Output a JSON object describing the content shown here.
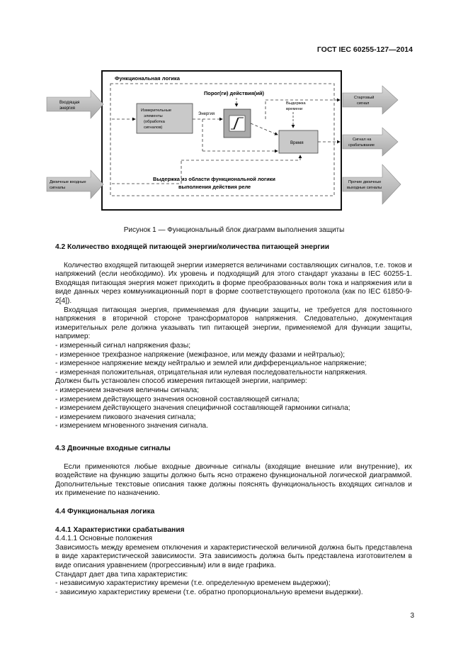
{
  "header": {
    "standard": "ГОСТ IEC 60255-127—2014"
  },
  "diagram": {
    "frame_title": "Функциональная логика",
    "input_energy": [
      "Входящая",
      "энергия"
    ],
    "input_binary": [
      "Двоичные входные",
      "сигналы"
    ],
    "measuring_block": [
      "Измерительные",
      "элементы",
      "(обработка",
      "сигналов)"
    ],
    "energy_label": "Энергия",
    "threshold_label": "Порог(ги) действия(ий)",
    "delay_label": [
      "Выдержка",
      "времени"
    ],
    "time_block": "Время",
    "delay_note": [
      "Выдержка из области функциональной логики",
      "выполнения действия реле"
    ],
    "out_start": [
      "Стартовый",
      "сигнал"
    ],
    "out_trip": [
      "Сигнал на",
      "срабатывание"
    ],
    "out_other": [
      "Прочие двоичные",
      "выходные сигналы"
    ]
  },
  "caption": "Рисунок 1 — Функциональный блок диаграмм выполнения защиты",
  "s42": {
    "heading": "4.2 Количество входящей питающей энергии/количества питающей энергии",
    "p1": "Количество входящей питающей энергии измеряется величинами составляющих сигналов, т.е. токов и напряжений (если необходимо). Их уровень и подходящий для этого стандарт указаны в IEC 60255-1. Входящая питающая энергия может приходить в форме преобразованных волн тока и напряжения или в виде данных через коммуникационный порт в форме соответствующего протокола (как по IEC 61850-9-2[4]).",
    "p2": "Входящая питающая энергия, применяемая для функции защиты, не требуется для постоянного напряжения в вторичной стороне трансформаторов напряжения. Следовательно, документация измерительных реле должна указывать тип питающей энергии, применяемой для функции защиты, например:",
    "list1": [
      "- измеренный сигнал напряжения фазы;",
      "- измеренное трехфазное напряжение (межфазное, или между фазами и нейтралью);",
      "- измеренное напряжение между нейтралью и землей или дифференциальное напряжение;",
      "- измеренная положительная, отрицательная или нулевая последовательности напряжения."
    ],
    "p3": "Должен быть установлен способ измерения питающей энергии, например:",
    "list2": [
      "- измерением значения величины сигнала;",
      "- измерением действующего значения основной составляющей сигнала;",
      "- измерением действующего значения специфичной составляющей гармоники сигнала;",
      "- измерением пикового значения сигнала;",
      "- измерением мгновенного значения сигнала."
    ]
  },
  "s43": {
    "heading": "4.3 Двоичные входные сигналы",
    "p1": "Если применяются любые входные двоичные сигналы (входящие внешние или внутренние), их воздействие на функцию защиты должно быть ясно отражено функциональной логической диаграммой. Дополнительные текстовые описания также должны пояснять функциональность входящих сигналов и их применение по назначению."
  },
  "s44": {
    "heading": "4.4 Функциональная логика",
    "sub_heading": "4.4.1 Характеристики срабатывания",
    "sub_sub": "4.4.1.1 Основные положения",
    "p1": "Зависимость между временем отключения и характеристической величиной должна быть представлена в виде характеристической зависимости. Эта зависимость должна быть представлена изготовителем в виде описания уравнением (прогрессивным) или в виде графика.",
    "p2": "Стандарт дает два типа характеристик:",
    "list": [
      "- независимую характеристику времени (т.е. определенную временем выдержки);",
      "- зависимую характеристику времени (т.е. обратно пропорциональную времени выдержки)."
    ]
  },
  "page_number": "3"
}
